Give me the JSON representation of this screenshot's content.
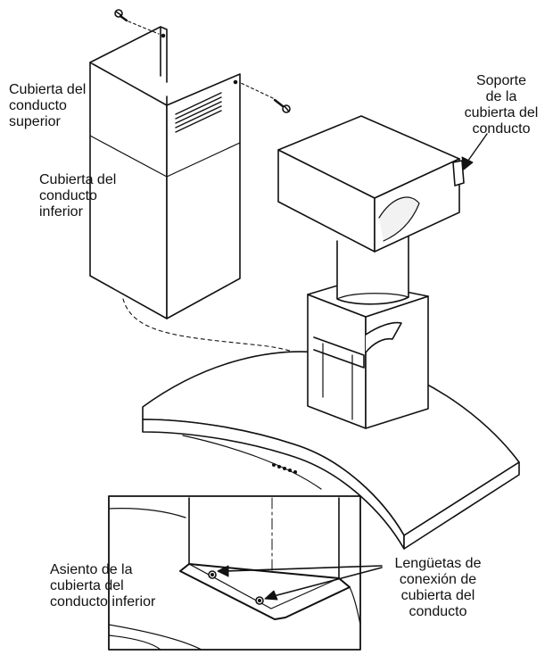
{
  "labels": {
    "upper_cover": "Cubierta del\nconducto\nsuperior",
    "lower_cover": "Cubierta del\nconducto\ninferior",
    "cover_bracket": "Soporte\nde la\ncubierta del\nconducto",
    "seat": "Asiento de la\ncubierta del\nconducto inferior",
    "tabs": "Lengüetas de\nconexión de\ncubierta del\nconducto"
  },
  "colors": {
    "stroke": "#111111",
    "fill": "#ffffff",
    "shade": "#f2f2f2"
  }
}
